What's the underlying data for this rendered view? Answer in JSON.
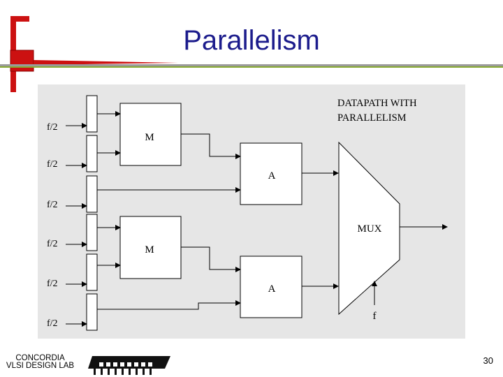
{
  "slide": {
    "title": "Parallelism",
    "page_number": "30",
    "accent_color": "#cc1111",
    "title_color": "#1c1c8c"
  },
  "footer": {
    "logo_line1": "CONCORDIA",
    "logo_line2": "VLSI DESIGN LAB",
    "logo_icon": "chip-icon"
  },
  "diagram": {
    "caption_line1": "DATAPATH WITH",
    "caption_line2": "PARALLELISM",
    "input_labels": [
      "f/2",
      "f/2",
      "f/2",
      "f/2",
      "f/2",
      "f/2"
    ],
    "multiplier_label": "M",
    "adder_label": "A",
    "mux_label": "MUX",
    "select_label": "f"
  }
}
